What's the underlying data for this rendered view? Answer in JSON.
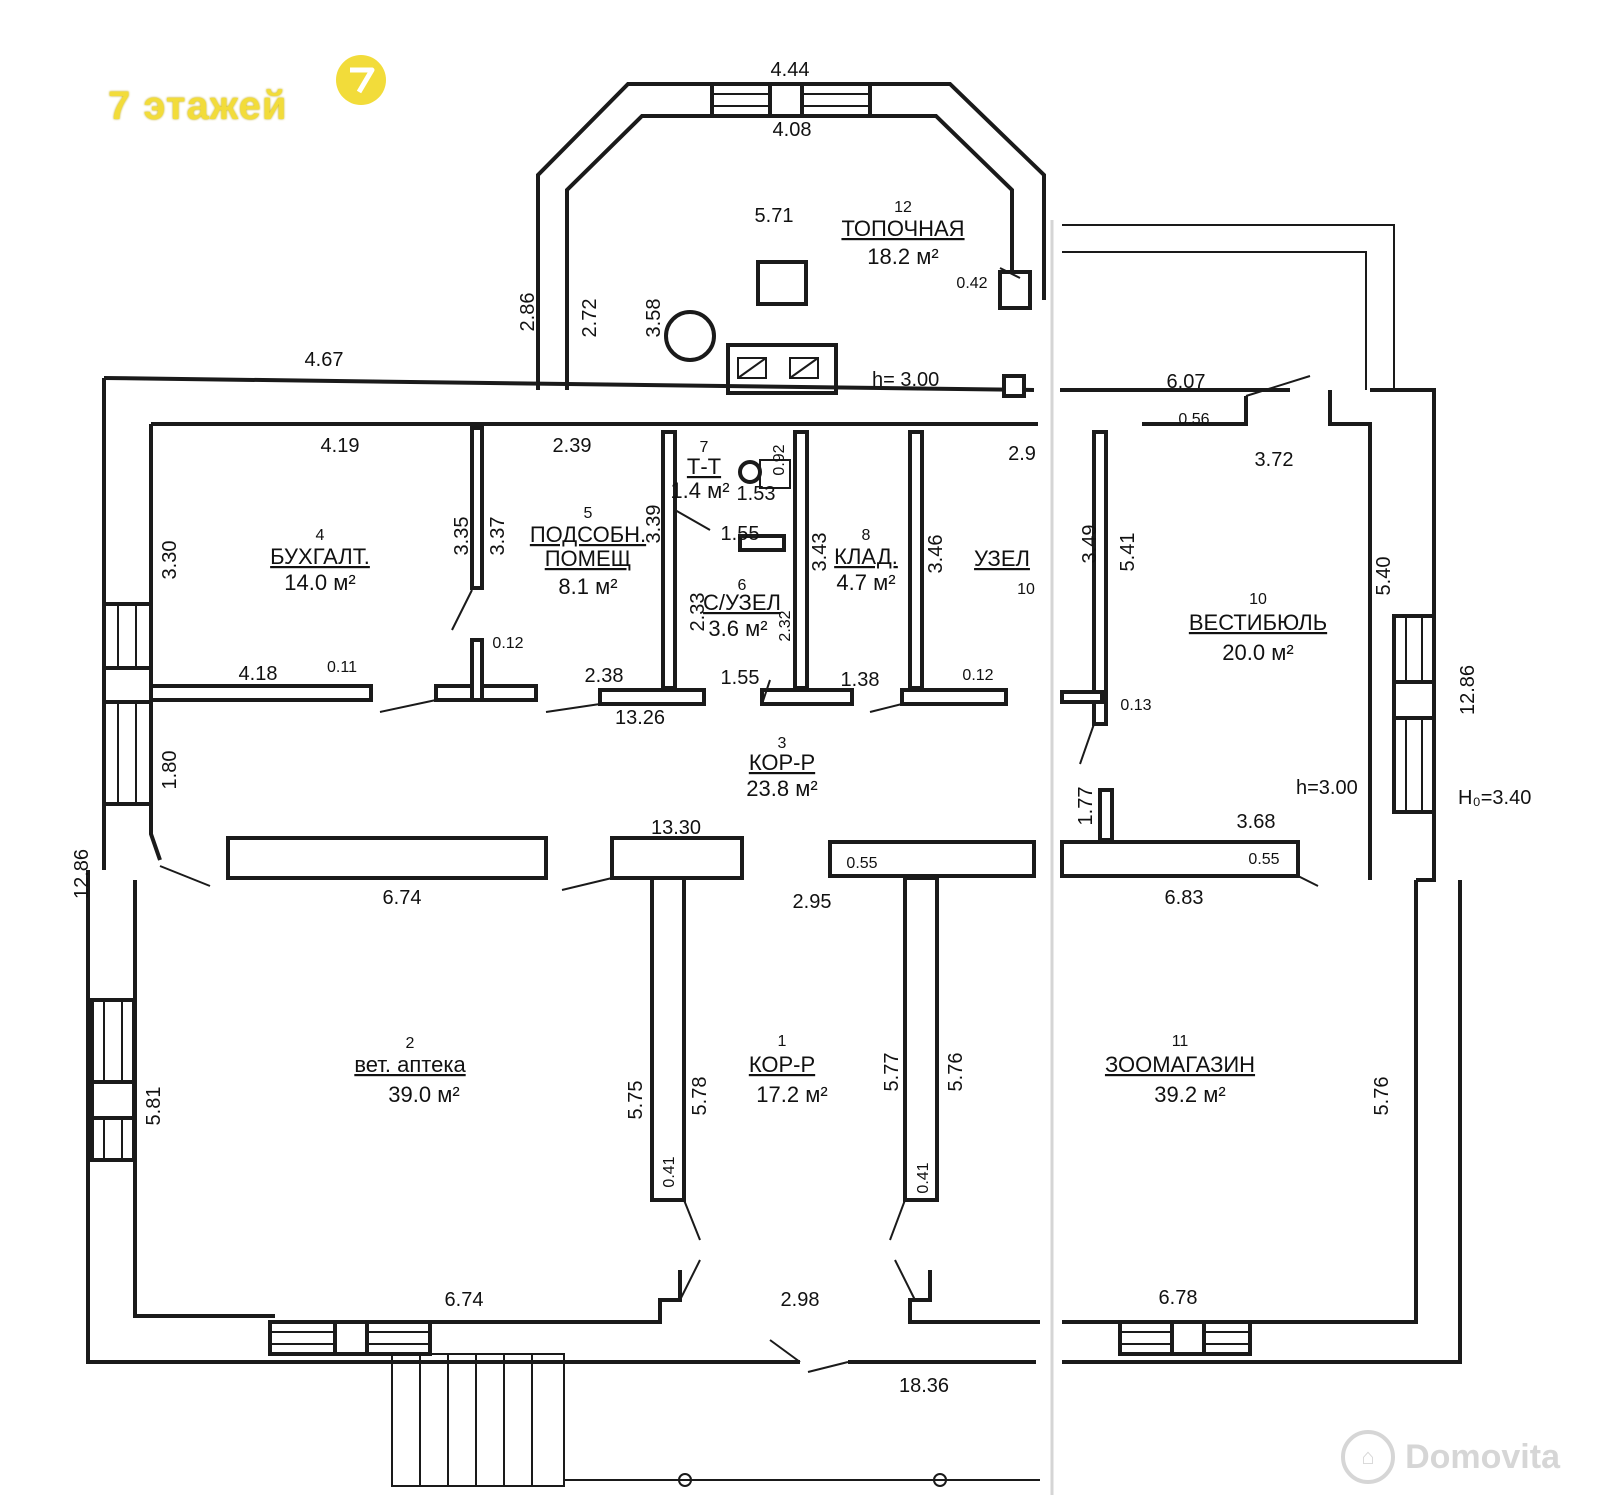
{
  "brand": {
    "floors_label": "7 этажей",
    "badge_glyph": "7",
    "badge_color": "#f2dc3a"
  },
  "watermark": {
    "text": "Domovita",
    "icon": "house-icon"
  },
  "rooms": [
    {
      "id": "r1",
      "number": "1",
      "name": "КОР-Р",
      "area": "17.2 м²"
    },
    {
      "id": "r2",
      "number": "2",
      "name": "вет. аптека",
      "area": "39.0 м²"
    },
    {
      "id": "r3",
      "number": "3",
      "name": "КОР-Р",
      "area": "23.8 м²"
    },
    {
      "id": "r4",
      "number": "4",
      "name": "БУХГАЛТ.",
      "area": "14.0 м²"
    },
    {
      "id": "r5",
      "number": "5",
      "name_line1": "ПОДСОБН.",
      "name_line2": "ПОМЕЩ",
      "area": "8.1 м²"
    },
    {
      "id": "r6",
      "number": "6",
      "name": "С/УЗЕЛ",
      "area": "3.6 м²"
    },
    {
      "id": "r7",
      "number": "7",
      "name": "Т-Т",
      "area": "1.4 м²"
    },
    {
      "id": "r8",
      "number": "8",
      "name": "КЛАД.",
      "area": "4.7 м²"
    },
    {
      "id": "r9",
      "number": "10",
      "name": "УЗЕЛ",
      "area": ""
    },
    {
      "id": "r10",
      "number": "10",
      "name": "ВЕСТИБЮЛЬ",
      "area": "20.0 м²"
    },
    {
      "id": "r11",
      "number": "11",
      "name": "ЗООМАГАЗИН",
      "area": "39.2 м²"
    },
    {
      "id": "r12",
      "number": "12",
      "name": "ТОПОЧНАЯ",
      "area": "18.2 м²"
    }
  ],
  "heights": {
    "h1": "h= 3.00",
    "h2": "h=3.00",
    "h0": "H₀=3.40"
  },
  "dimensions": [
    "4.44",
    "4.08",
    "5.71",
    "0.42",
    "2.86",
    "2.72",
    "3.58",
    "4.67",
    "6.07",
    "0.56",
    "3.72",
    "4.19",
    "2.39",
    "2.9",
    "0.92",
    "1.53",
    "3.35",
    "3.37",
    "3.39",
    "1.55",
    "3.43",
    "3.46",
    "3.49",
    "5.41",
    "5.40",
    "3.30",
    "2.33",
    "2.32",
    "4.18",
    "0.11",
    "0.12",
    "2.38",
    "1.55",
    "1.38",
    "0.12",
    "0.13",
    "13.26",
    "12.86",
    "1.80",
    "1.77",
    "3.68",
    "13.30",
    "0.55",
    "0.55",
    "12.86",
    "6.74",
    "2.95",
    "6.83",
    "5.81",
    "5.75",
    "5.78",
    "5.77",
    "5.76",
    "5.76",
    "0.41",
    "0.41",
    "6.74",
    "2.98",
    "6.78",
    "18.36"
  ]
}
